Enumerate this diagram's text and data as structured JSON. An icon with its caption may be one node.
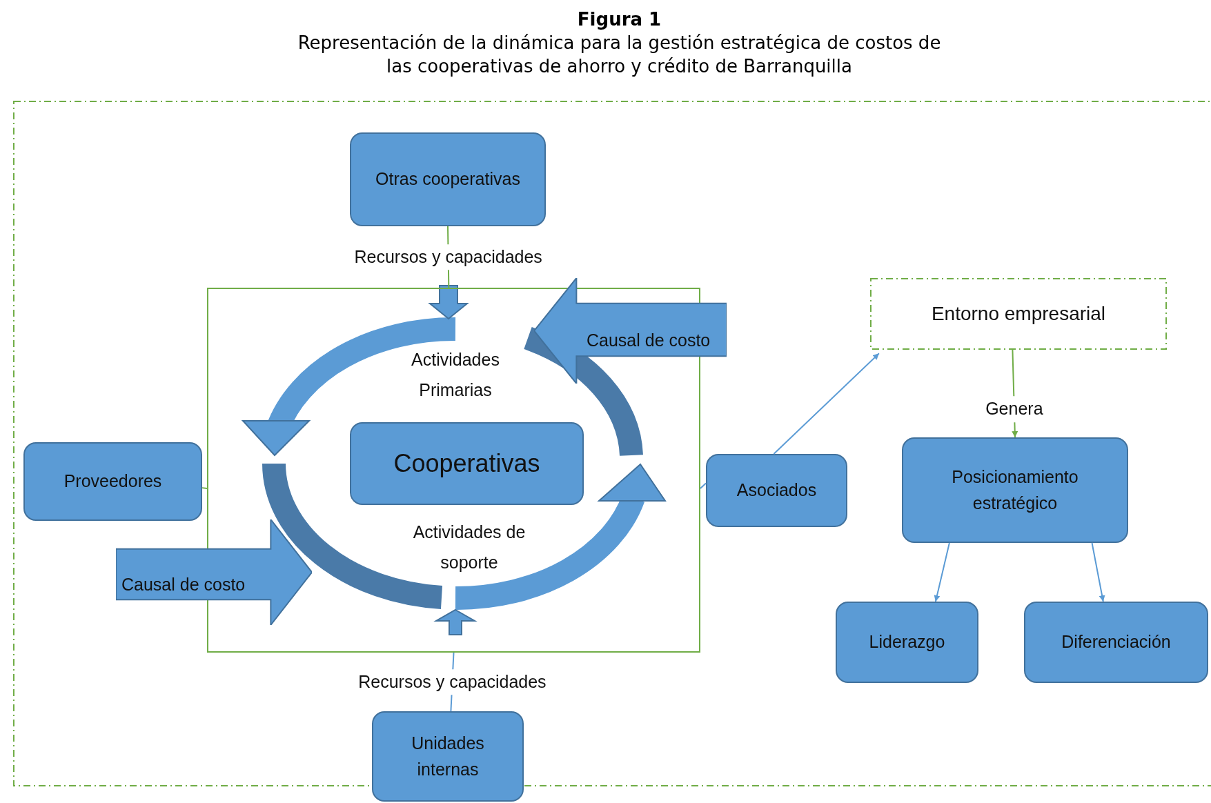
{
  "diagram": {
    "title": "Figura 1",
    "caption": "Representación de la dinámica para la gestión estratégica de costos de las cooperativas de ahorro y crédito de Barranquilla",
    "nodes": [
      {
        "text": [
          "Otras cooperativas"
        ]
      },
      {
        "text": [],
        "shape": "box"
      },
      {
        "text": [
          "Cooperativas"
        ],
        "in": 1
      },
      {
        "text": [
          "Proveedores"
        ]
      },
      {
        "text": [
          "Asociados"
        ]
      },
      {
        "text": [
          "Entorno empresarial"
        ]
      },
      {
        "text": [
          "Posicionamiento estratégico"
        ]
      },
      {
        "text": [
          "Liderazgo"
        ]
      },
      {
        "text": [
          "Diferenciación"
        ]
      },
      {
        "text": [
          "Unidades internas"
        ]
      },
      {
        "text": [
          "Causal de costo"
        ]
      },
      {
        "text": [
          "Causal de costo"
        ]
      }
    ],
    "edges": [
      {
        "from": 0,
        "to": 1,
        "arrow": "none",
        "label": "Recursos y capacidades",
        "color": "#70ad47"
      },
      {
        "from": 9,
        "to": 1,
        "arrow": "none",
        "label": "Recursos y capacidades"
      },
      {
        "from": 3,
        "to": 1,
        "arrow": "none",
        "color": "#70ad47"
      },
      {
        "from": 1,
        "to": 4,
        "arrow": "none"
      },
      {
        "from": 4,
        "to": 5,
        "arrow": "to"
      },
      {
        "from": 5,
        "to": 6,
        "arrow": "to",
        "label": "Genera",
        "color": "#70ad47"
      },
      {
        "from": 6,
        "to": 7,
        "arrow": "to"
      },
      {
        "from": 6,
        "to": 8,
        "arrow": "to"
      }
    ],
    "labels": [
      "Actividades Primarias",
      "Actividades de soporte"
    ]
  }
}
